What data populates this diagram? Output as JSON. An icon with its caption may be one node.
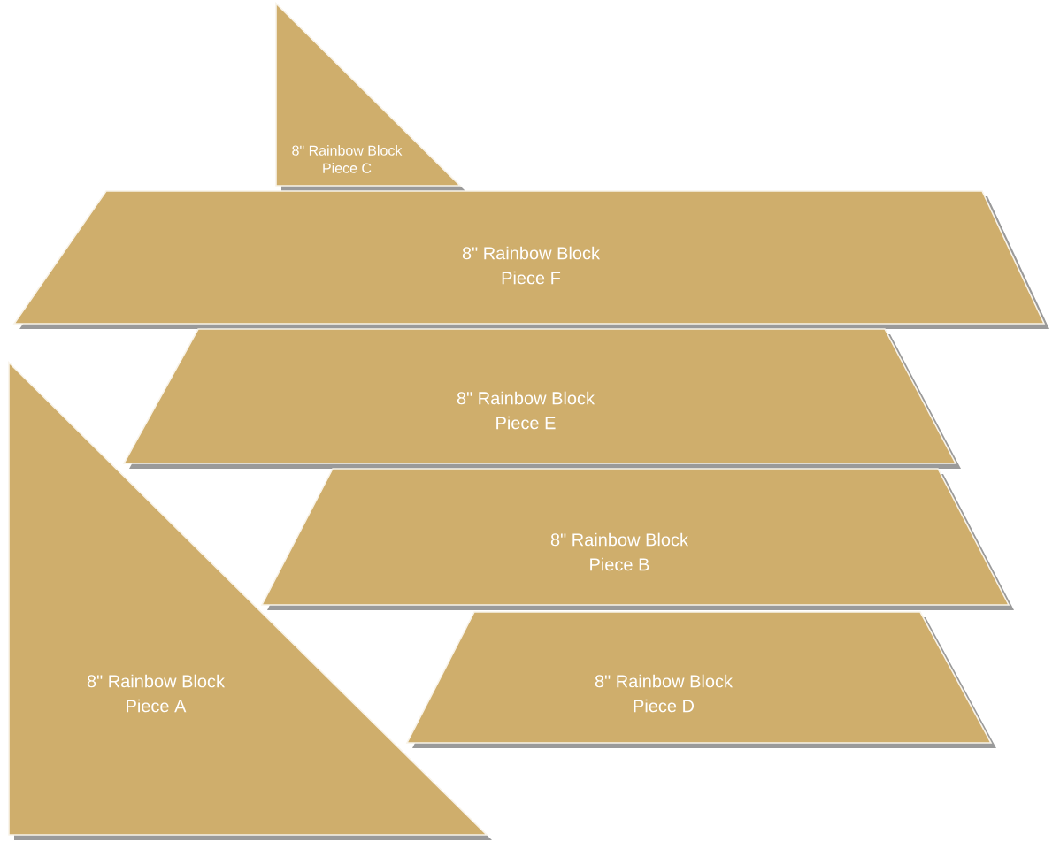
{
  "diagram": {
    "nodes": [
      {
        "text": [
          "8\" Rainbow Block",
          "Piece C"
        ]
      },
      {
        "text": [
          "8\" Rainbow Block",
          "Piece F"
        ]
      },
      {
        "text": [
          "8\" Rainbow Block",
          "Piece E"
        ]
      },
      {
        "text": [
          "8\" Rainbow Block",
          "Piece B"
        ]
      },
      {
        "text": [
          "8\" Rainbow Block",
          "Piece A"
        ]
      },
      {
        "text": [
          "8\" Rainbow Block",
          "Piece D"
        ]
      }
    ]
  }
}
